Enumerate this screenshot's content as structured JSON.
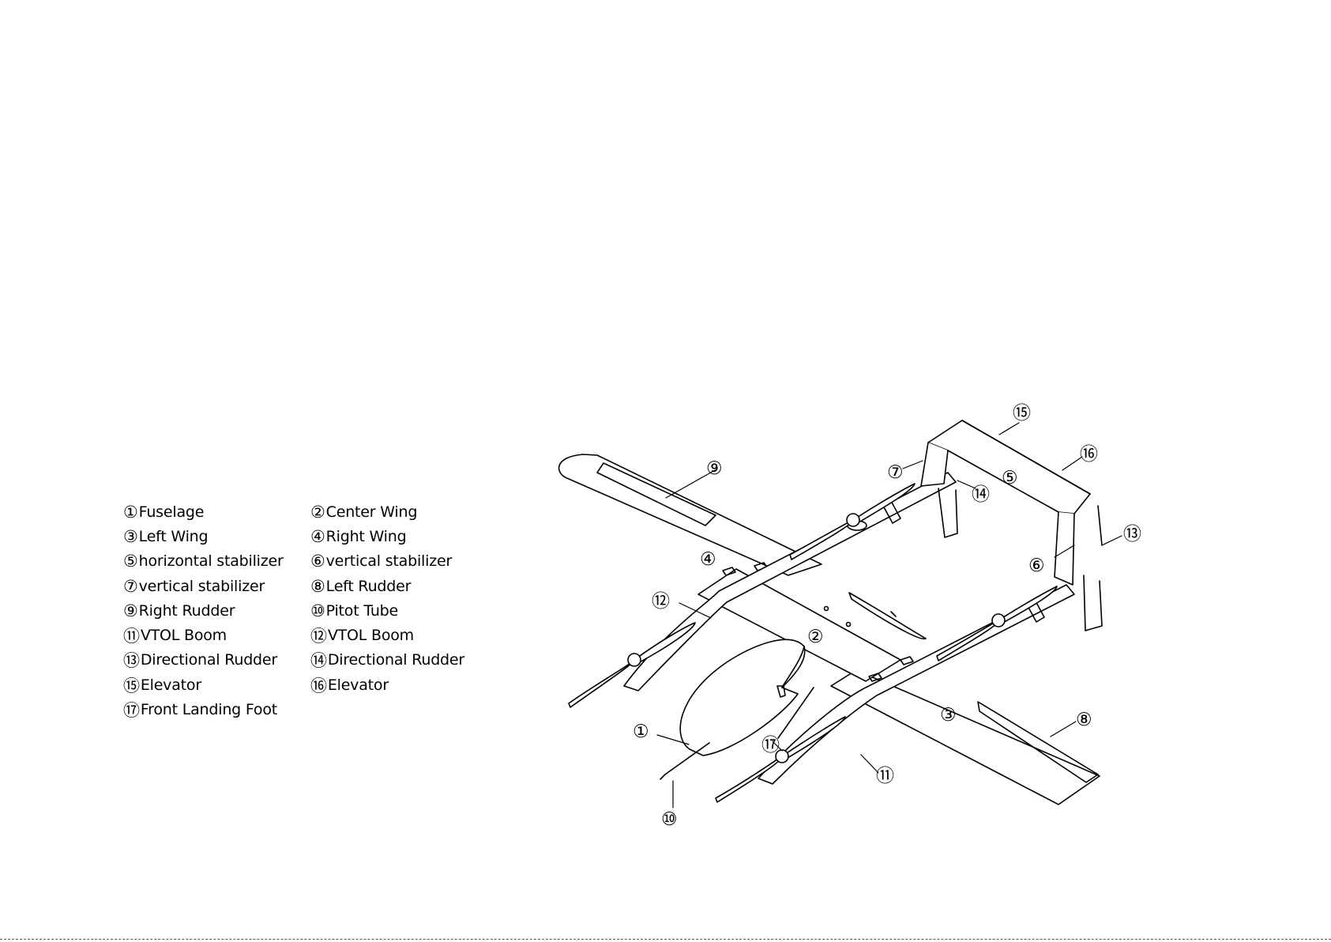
{
  "legend": {
    "rows": [
      [
        {
          "num": "①",
          "label": "Fuselage"
        },
        {
          "num": "②",
          "label": "Center Wing"
        }
      ],
      [
        {
          "num": "③",
          "label": "Left Wing"
        },
        {
          "num": "④",
          "label": "Right Wing"
        }
      ],
      [
        {
          "num": "⑤",
          "label": "horizontal stabilizer"
        },
        {
          "num": "⑥",
          "label": "vertical stabilizer"
        }
      ],
      [
        {
          "num": "⑦",
          "label": "vertical stabilizer"
        },
        {
          "num": "⑧",
          "label": "Left Rudder"
        }
      ],
      [
        {
          "num": "⑨",
          "label": "Right Rudder"
        },
        {
          "num": "⑩",
          "label": "Pitot Tube"
        }
      ],
      [
        {
          "num": "⑪",
          "label": "VTOL Boom"
        },
        {
          "num": "⑫",
          "label": "VTOL Boom"
        }
      ],
      [
        {
          "num": "⑬",
          "label": "Directional Rudder"
        },
        {
          "num": "⑭",
          "label": "Directional Rudder"
        }
      ],
      [
        {
          "num": "⑮",
          "label": " Elevator"
        },
        {
          "num": "⑯",
          "label": "Elevator"
        }
      ],
      [
        {
          "num": "⑰",
          "label": "Front Landing Foot"
        }
      ]
    ]
  },
  "callouts": {
    "c1": "①",
    "c2": "②",
    "c3": "③",
    "c4": "④",
    "c5": "⑤",
    "c6": "⑥",
    "c7": "⑦",
    "c8": "⑧",
    "c9": "⑨",
    "c10": "⑩",
    "c11": "⑪",
    "c12": "⑫",
    "c13": "⑬",
    "c14": "⑭",
    "c15": "⑮",
    "c16": "⑯",
    "c17": "⑰"
  },
  "colors": {
    "line": "#000000",
    "background": "#ffffff"
  }
}
